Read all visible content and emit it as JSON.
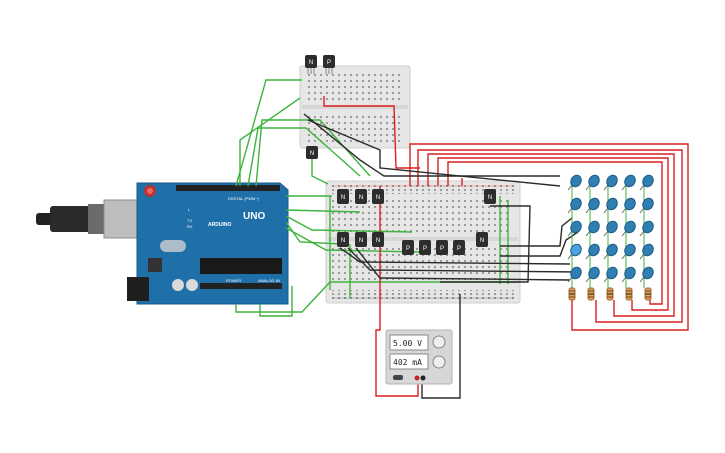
{
  "arduino": {
    "brand": "ARDUINO",
    "model": "UNO",
    "digital_label": "DIGITAL (PWM~)",
    "power_label": "POWER",
    "analog_label": "ANALOG IN",
    "tx_label": "TX",
    "rx_label": "RX",
    "l_label": "L"
  },
  "transistors_top": {
    "labels": [
      "N",
      "P",
      "N"
    ]
  },
  "transistors_main": {
    "top_row": [
      "N",
      "N",
      "N",
      "N"
    ],
    "bottom_row": [
      "N",
      "N",
      "N",
      "N"
    ],
    "p_row": [
      "P",
      "P",
      "P",
      "P"
    ]
  },
  "power_supply": {
    "voltage": "5.00 V",
    "current": "402 mA"
  },
  "colors": {
    "wire_green": "#3db43d",
    "wire_red": "#d92020",
    "wire_black": "#2b2b2b",
    "arduino_blue": "#1f6fa8",
    "led_blue": "#2f7fb3",
    "breadboard": "#e6e6e6"
  },
  "led_matrix": {
    "rows": 5,
    "cols": 5
  }
}
